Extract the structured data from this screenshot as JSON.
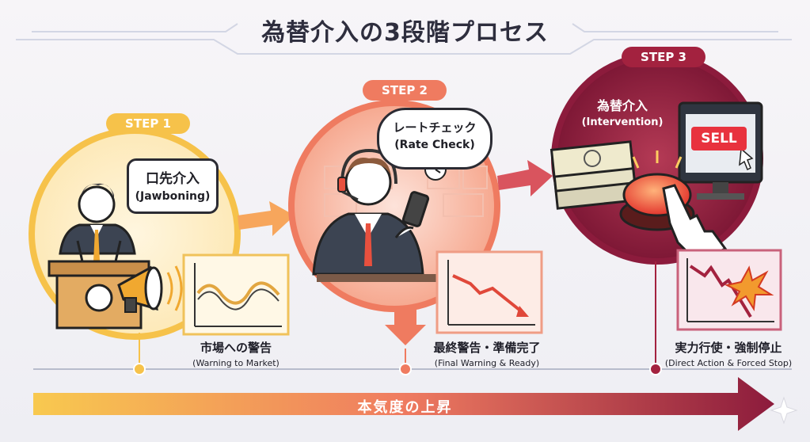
{
  "title": "為替介入の3段階プロセス",
  "steps": [
    {
      "badge": "STEP 1",
      "bubble_jp": "口先介入",
      "bubble_en": "(Jawboning)",
      "caption_jp": "市場への警告",
      "caption_en": "(Warning to Market)"
    },
    {
      "badge": "STEP 2",
      "bubble_jp": "レートチェック",
      "bubble_en": "(Rate Check)",
      "caption_jp": "最終警告・準備完了",
      "caption_en": "(Final Warning & Ready)"
    },
    {
      "badge": "STEP 3",
      "bubble_jp": "為替介入",
      "bubble_en": "(Intervention)",
      "caption_jp": "実力行使・強制停止",
      "caption_en": "(Direct Action & Forced Stop)",
      "screen_text": "SELL"
    }
  ],
  "progress_bar": {
    "label": "本気度の上昇"
  },
  "colors": {
    "step1": "#f6c24a",
    "step2": "#ef7b60",
    "step3": "#a3223f",
    "bar_start": "#f8c94f",
    "bar_end": "#8c1b3c"
  }
}
